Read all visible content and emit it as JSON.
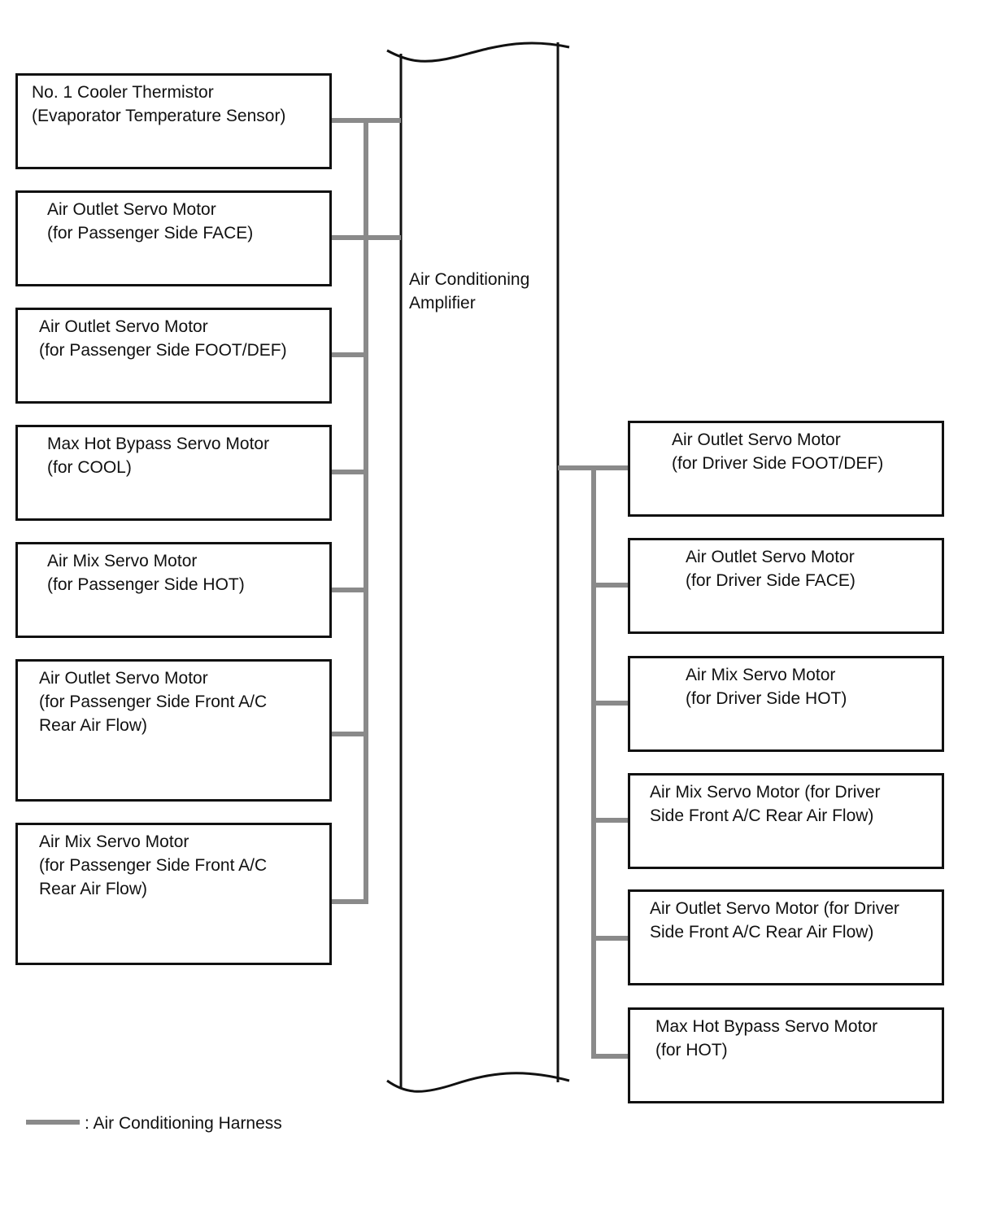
{
  "amplifier": {
    "label": "Air Conditioning\nAmplifier"
  },
  "left_components": [
    {
      "id": "l1",
      "text": "No. 1 Cooler Thermistor\n(Evaporator Temperature Sensor)"
    },
    {
      "id": "l2",
      "text": "Air Outlet Servo Motor\n(for Passenger Side FACE)"
    },
    {
      "id": "l3",
      "text": "Air Outlet Servo Motor\n(for Passenger Side FOOT/DEF)"
    },
    {
      "id": "l4",
      "text": "Max Hot Bypass Servo Motor\n(for COOL)"
    },
    {
      "id": "l5",
      "text": "Air Mix Servo Motor\n(for Passenger Side HOT)"
    },
    {
      "id": "l6",
      "text": "Air Outlet Servo Motor\n(for Passenger Side Front A/C\nRear Air Flow)"
    },
    {
      "id": "l7",
      "text": "Air Mix Servo Motor\n(for Passenger Side Front A/C\nRear Air Flow)"
    }
  ],
  "right_components": [
    {
      "id": "r1",
      "text": "Air Outlet Servo Motor\n(for Driver Side FOOT/DEF)"
    },
    {
      "id": "r2",
      "text": "Air Outlet Servo Motor\n(for Driver Side FACE)"
    },
    {
      "id": "r3",
      "text": "Air Mix Servo Motor\n(for Driver Side HOT)"
    },
    {
      "id": "r4",
      "text": "Air Mix Servo Motor (for Driver\nSide Front A/C Rear Air Flow)"
    },
    {
      "id": "r5",
      "text": "Air Outlet Servo Motor (for Driver\nSide Front A/C Rear Air Flow)"
    },
    {
      "id": "r6",
      "text": "Max Hot Bypass Servo Motor\n(for HOT)"
    }
  ],
  "legend": {
    "label": ": Air Conditioning Harness"
  },
  "colors": {
    "harness": "#8a8a8a",
    "outline": "#111111"
  }
}
